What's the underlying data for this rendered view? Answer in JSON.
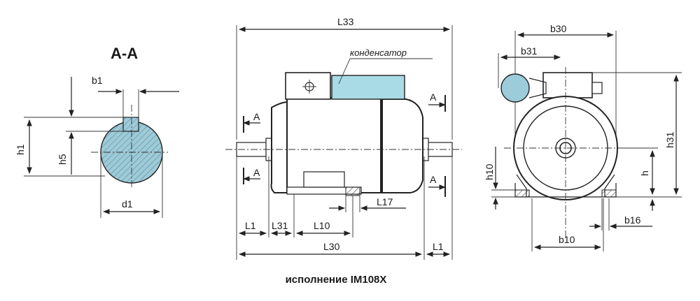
{
  "section": {
    "title": "А-А",
    "dims": {
      "b1": "b1",
      "h1": "h1",
      "h5": "h5",
      "d1": "d1"
    }
  },
  "side_view": {
    "dims": {
      "L33": "L33",
      "L1_left": "L1",
      "L31": "L31",
      "L10": "L10",
      "L17": "L17",
      "L30": "L30",
      "L1_right": "L1"
    },
    "section_marks": {
      "left_top": "А",
      "left_bottom": "А",
      "right_top": "А",
      "right_bottom": "А"
    },
    "capacitor_label": "конденсатор"
  },
  "front_view": {
    "dims": {
      "b30": "b30",
      "b31": "b31",
      "h31": "h31",
      "h10": "h10",
      "h": "h",
      "b10": "b10",
      "b16": "b16"
    }
  },
  "caption": "исполнение IM108X",
  "colors": {
    "shaft_fill": "#9ccbd9",
    "capacitor_fill": "#a8dbe6",
    "hatch": "#333333",
    "line": "#222222"
  }
}
